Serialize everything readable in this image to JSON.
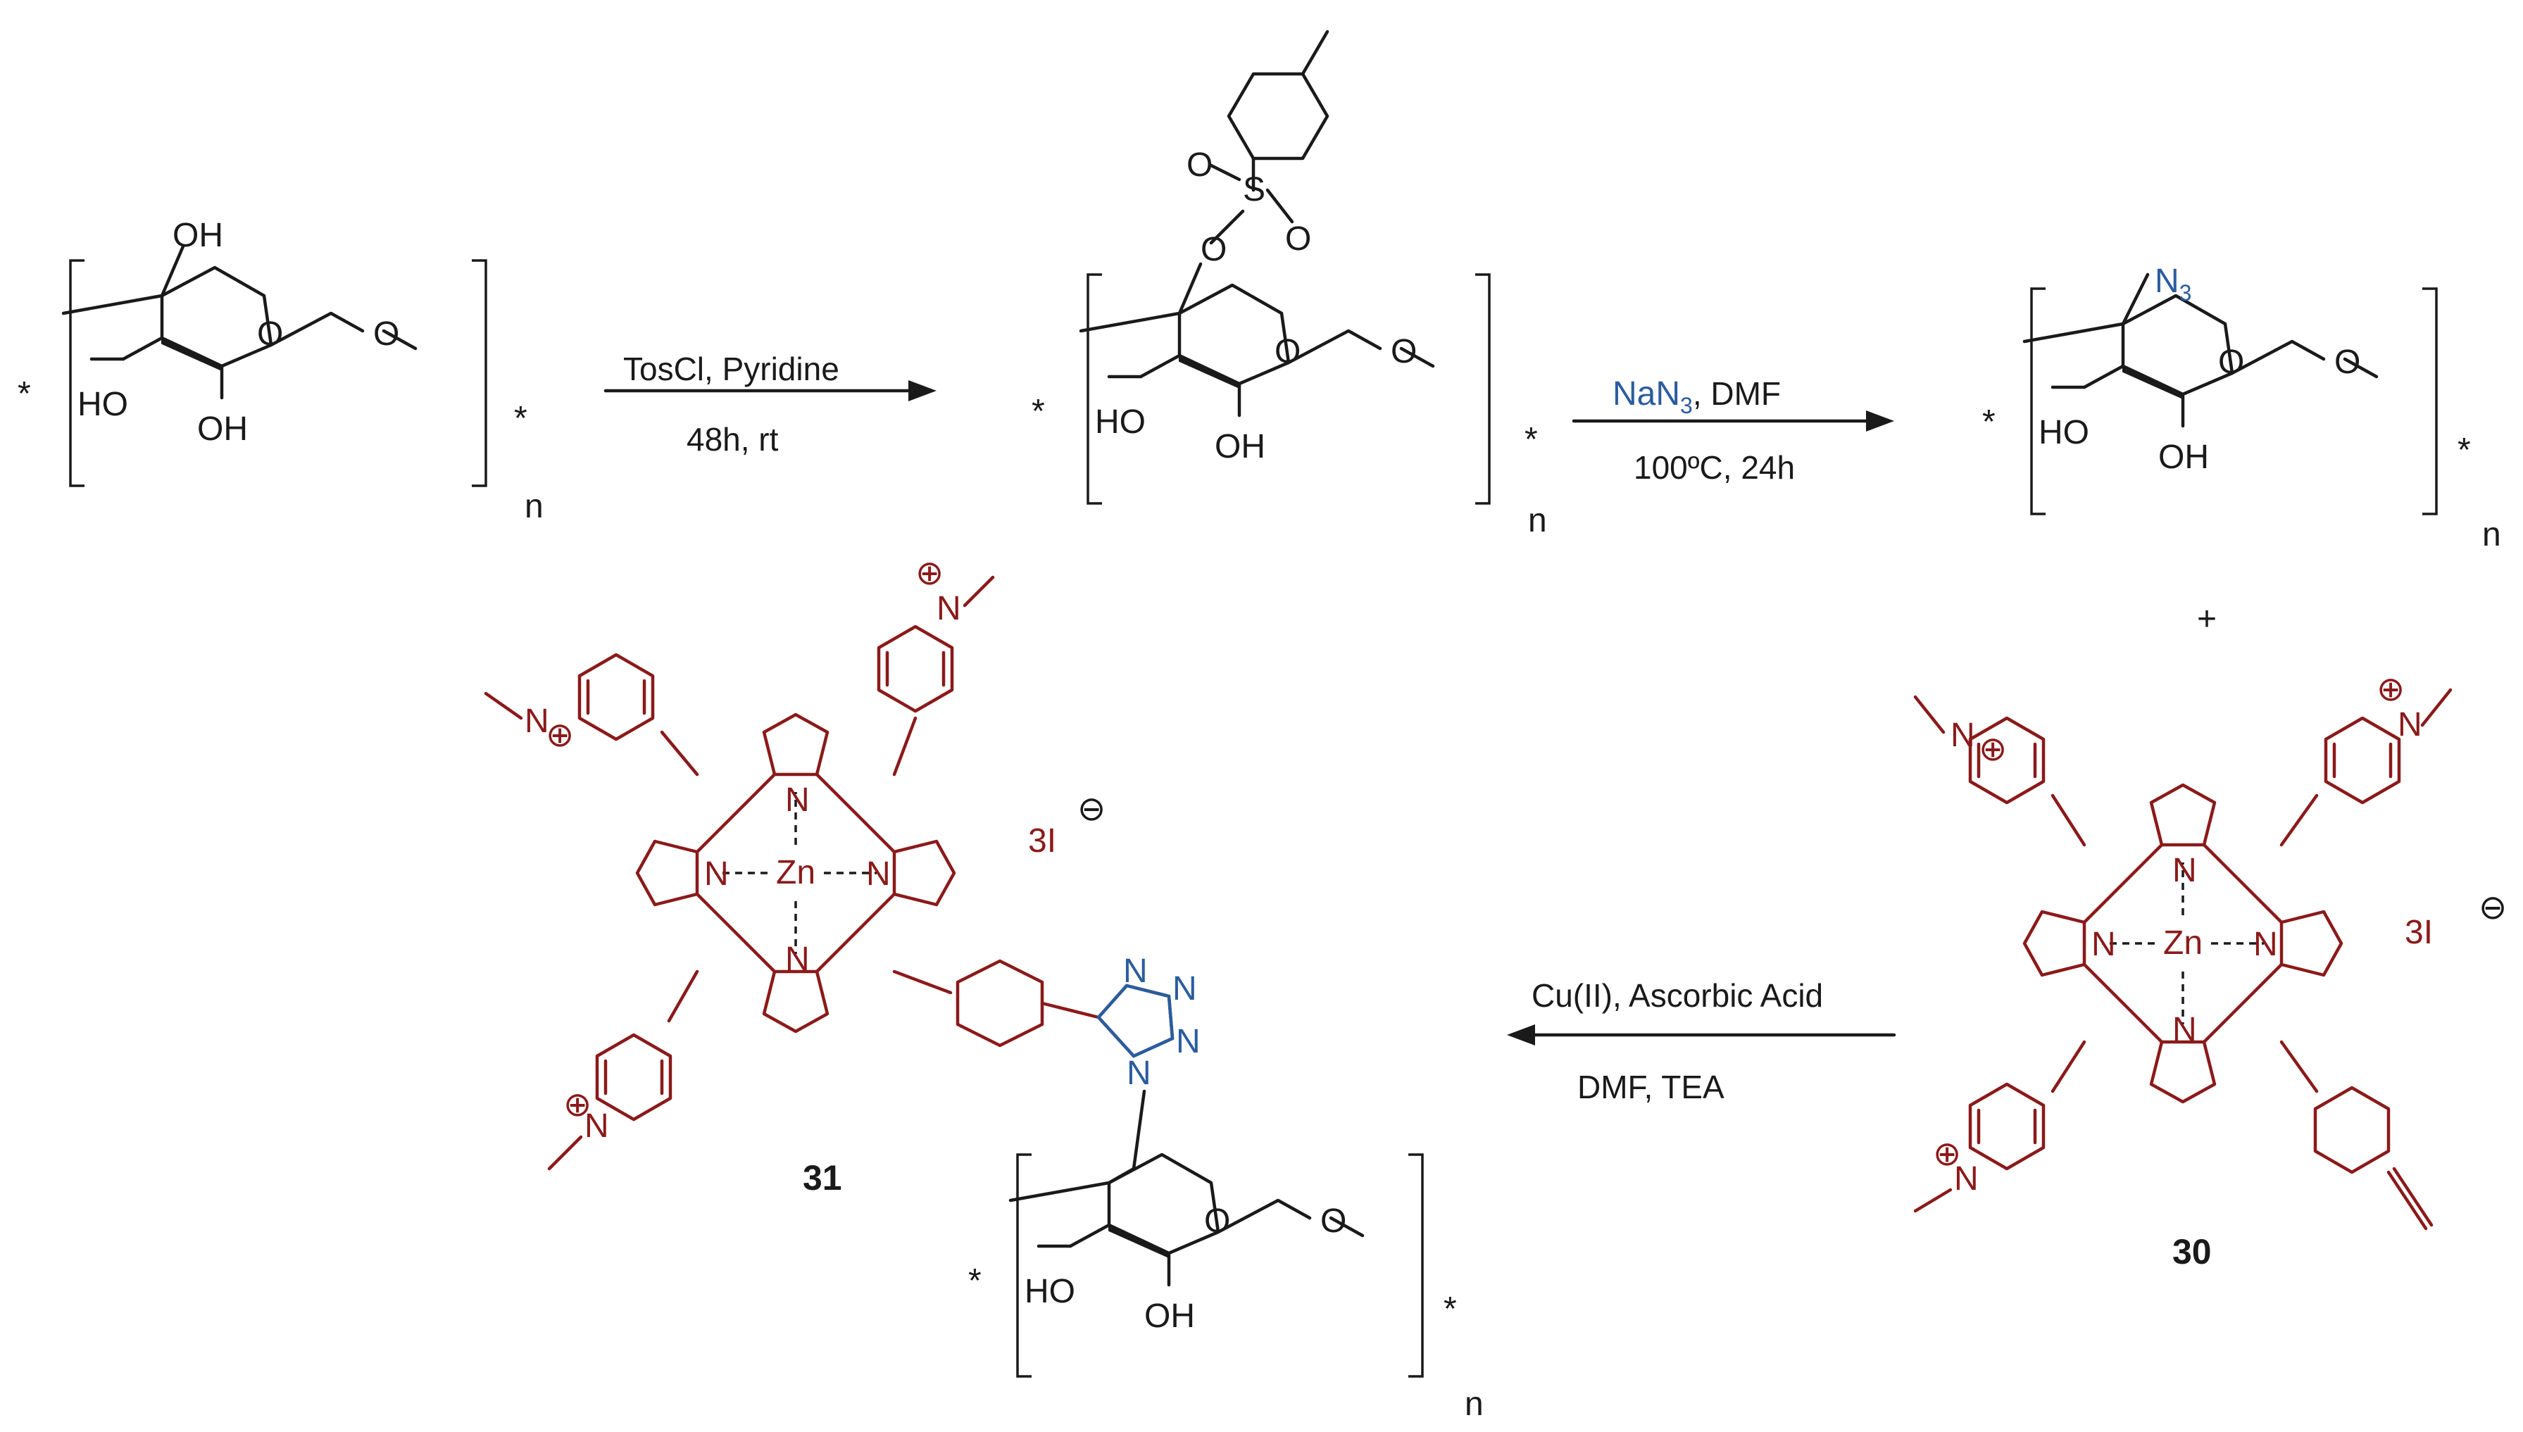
{
  "reaction1": {
    "reagents": "TosCl,  Pyridine",
    "conditions": "48h, rt"
  },
  "reaction2": {
    "reagent_azide": "NaN",
    "reagent_azide_sub": "3",
    "reagent_solvent": ", DMF",
    "conditions": "100ºC, 24h"
  },
  "reaction3": {
    "reagents": "Cu(II), Ascorbic Acid",
    "conditions": "DMF,  TEA"
  },
  "plus_sign": "+",
  "compounds": {
    "porphyrin_start": "30",
    "product": "31"
  },
  "labels": {
    "oh": "OH",
    "ho": "HO",
    "o": "O",
    "s": "S",
    "n_repeat": "n",
    "star": "*",
    "n3": "N",
    "n3_sub": "3",
    "zn": "Zn",
    "n": "N",
    "counterion": "3I",
    "charge": "⊖",
    "plus_charge": "⊕"
  },
  "colors": {
    "porphyrin": "#8b1a1a",
    "azide": "#2b5c9e",
    "ink": "#1a1a1a"
  }
}
